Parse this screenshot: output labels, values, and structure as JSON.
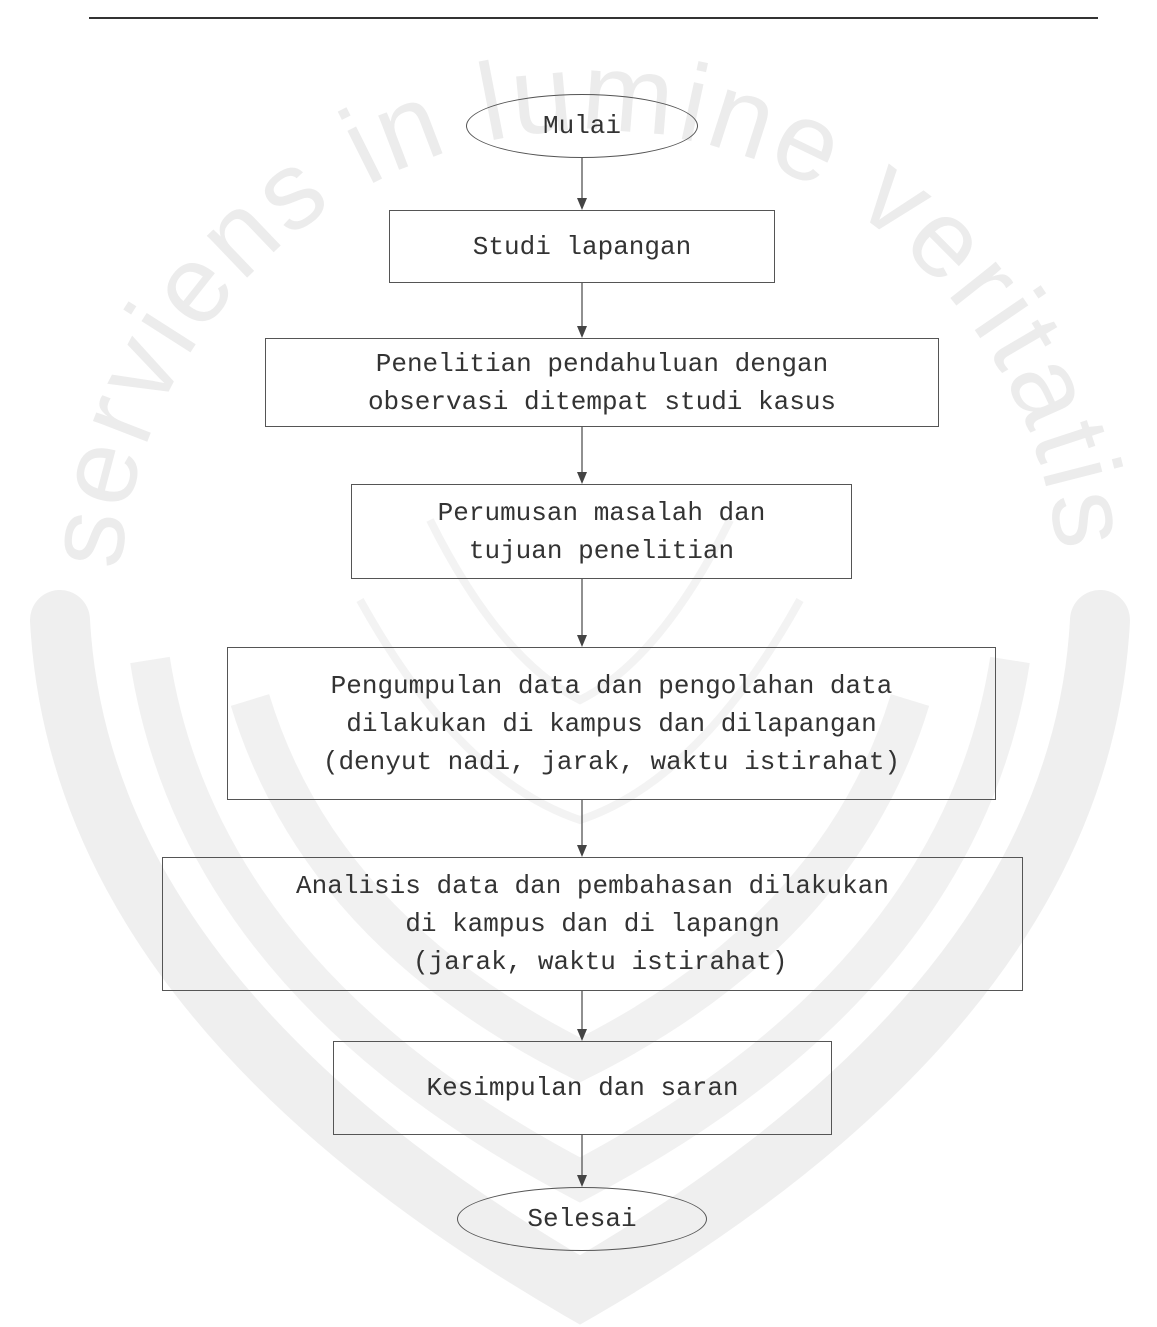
{
  "diagram": {
    "nodes": [
      {
        "id": "start",
        "shape": "oval",
        "lines": [
          "Mulai"
        ]
      },
      {
        "id": "step-1",
        "shape": "box",
        "lines": [
          "Studi lapangan"
        ]
      },
      {
        "id": "step-2",
        "shape": "box",
        "lines": [
          "Penelitian pendahuluan dengan",
          "observasi ditempat studi kasus"
        ]
      },
      {
        "id": "step-3",
        "shape": "box",
        "lines": [
          "Perumusan masalah dan",
          "tujuan penelitian"
        ]
      },
      {
        "id": "step-4",
        "shape": "box",
        "lines": [
          "Pengumpulan data dan pengolahan data",
          "dilakukan di kampus dan dilapangan",
          "(denyut nadi, jarak, waktu istirahat)"
        ]
      },
      {
        "id": "step-5",
        "shape": "box",
        "lines": [
          "Analisis data dan pembahasan dilakukan",
          "di kampus dan di lapangn",
          " (jarak, waktu istirahat)"
        ]
      },
      {
        "id": "step-6",
        "shape": "box",
        "lines": [
          "Kesimpulan dan saran"
        ]
      },
      {
        "id": "end",
        "shape": "oval",
        "lines": [
          "Selesai"
        ]
      }
    ],
    "edges": [
      [
        "start",
        "step-1"
      ],
      [
        "step-1",
        "step-2"
      ],
      [
        "step-2",
        "step-3"
      ],
      [
        "step-3",
        "step-4"
      ],
      [
        "step-4",
        "step-5"
      ],
      [
        "step-5",
        "step-6"
      ],
      [
        "step-6",
        "end"
      ]
    ]
  },
  "watermark": {
    "motto": "serviens in lumine veritatis",
    "color": "#ebebeb"
  }
}
